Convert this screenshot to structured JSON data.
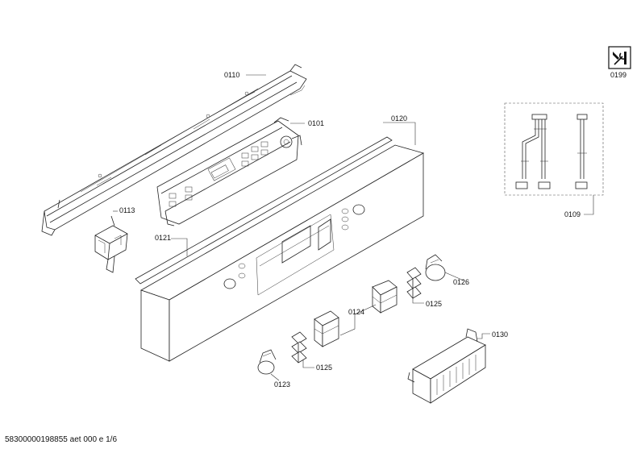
{
  "document": {
    "footer_text": "58300000198855 aet 000 e 1/6"
  },
  "parts": {
    "p0110": "0110",
    "p0101": "0101",
    "p0120": "0120",
    "p0113": "0113",
    "p0121": "0121",
    "p0126": "0126",
    "p0124": "0124",
    "p0125a": "0125",
    "p0125b": "0125",
    "p0130": "0130",
    "p0123": "0123",
    "p0109": "0109",
    "p0199": "0199"
  },
  "icons": {
    "service_icon": "wrench-screwdriver-icon"
  }
}
